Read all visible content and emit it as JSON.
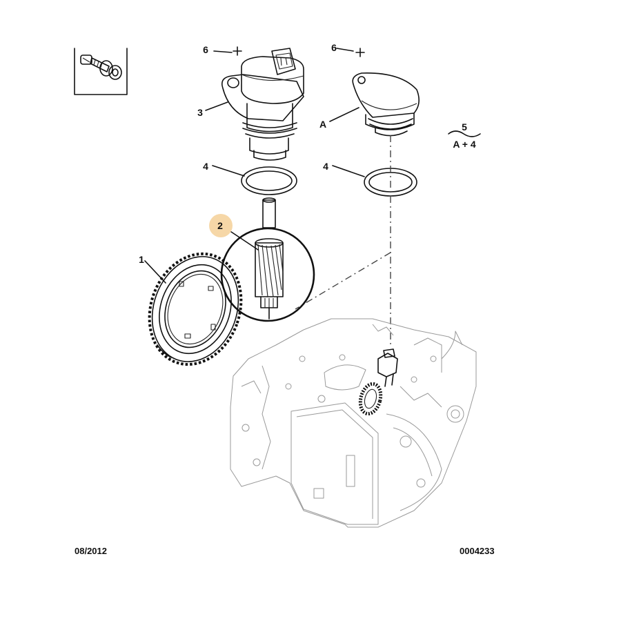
{
  "callouts": {
    "screw_label": "6",
    "sensor_screw_label": "6",
    "sensor": "3",
    "cap": "A",
    "seal_left": "4",
    "seal_right": "4",
    "pinion": "2",
    "ring_gear": "1",
    "kit_number": "5",
    "kit_contents": "A + 4"
  },
  "footer": {
    "date": "08/2012",
    "reference": "0004233"
  },
  "colors": {
    "highlight_badge": "#f6d7a7",
    "line": "#111111",
    "engine_line": "#999999"
  }
}
